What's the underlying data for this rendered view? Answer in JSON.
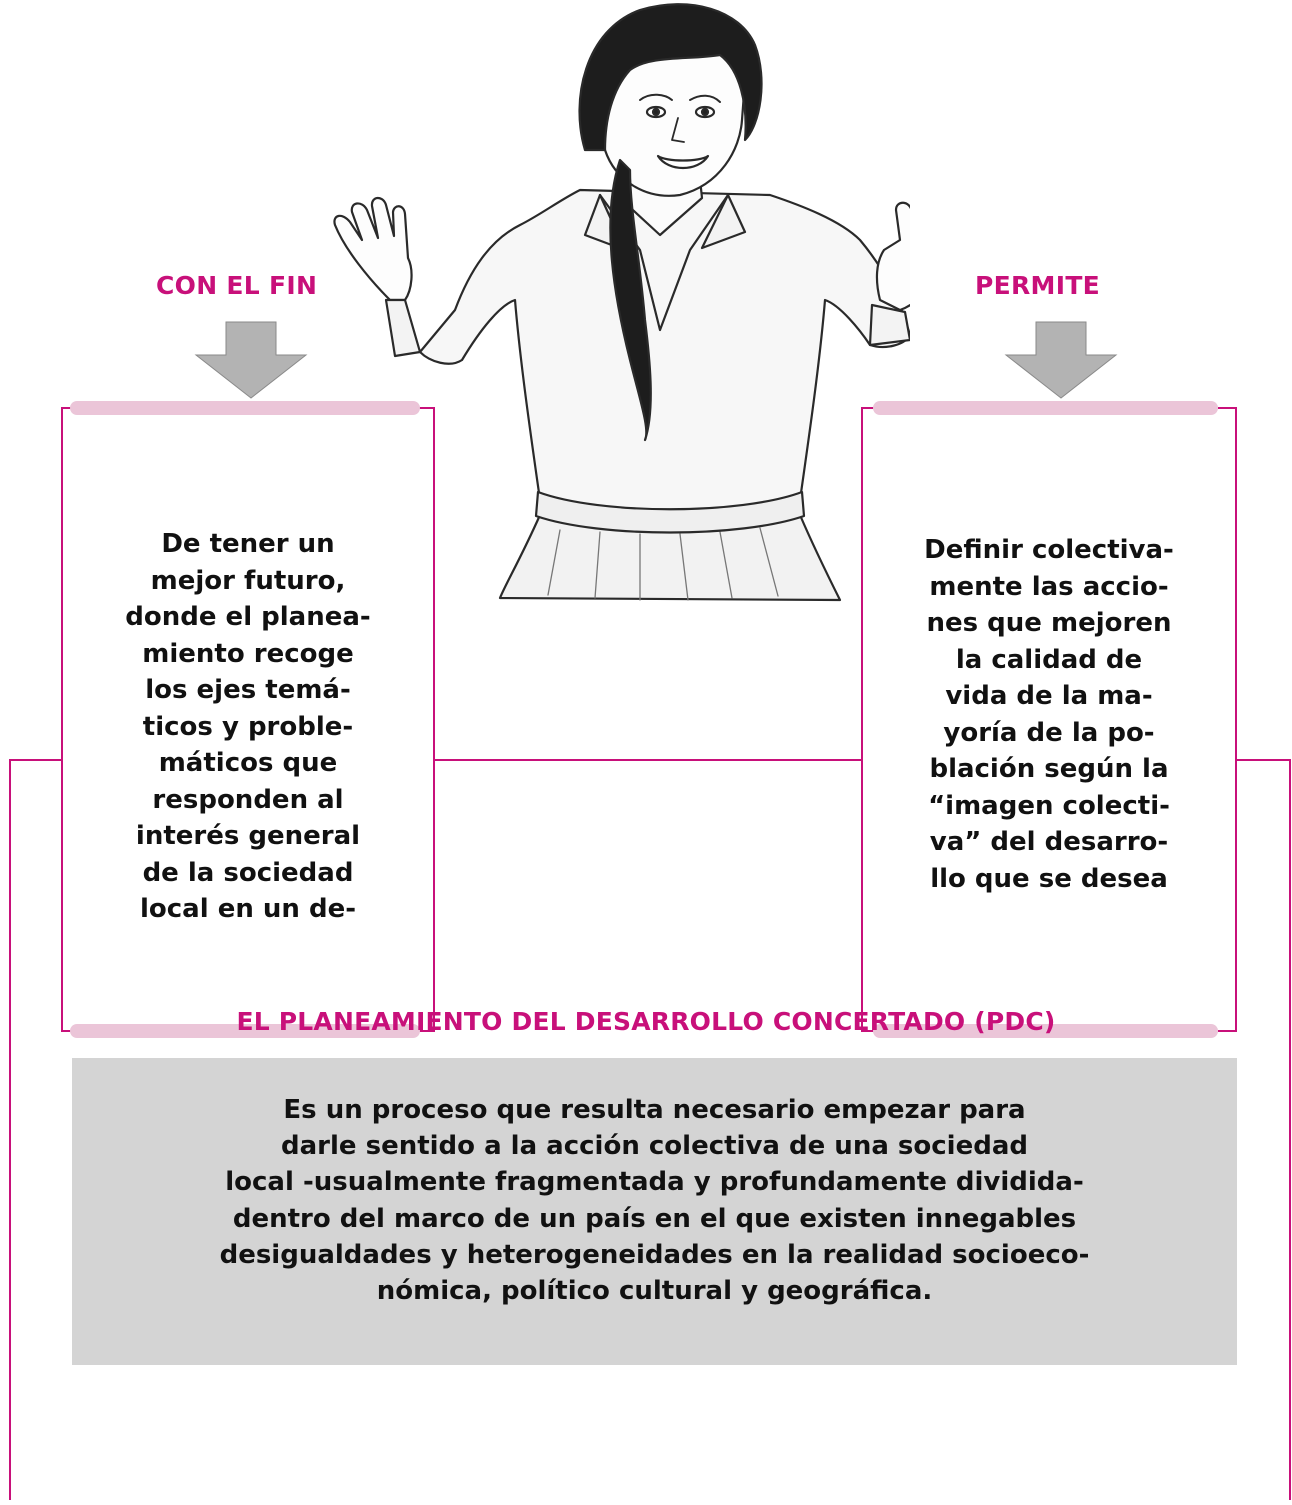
{
  "headings": {
    "left": "CON EL FIN",
    "right": "PERMITE",
    "main": "EL PLANEAMIENTO DEL DESARROLLO CONCERTADO (PDC)"
  },
  "boxes": {
    "left": [
      "De tener un",
      "mejor futuro,",
      "donde el planea-",
      "miento recoge",
      "los ejes temá-",
      "ticos y proble-",
      "máticos que",
      "responden al",
      "interés general",
      "de la sociedad",
      "local en un de-"
    ],
    "right": [
      "Definir colectiva-",
      "mente las accio-",
      "nes que mejoren",
      "la calidad de",
      "vida de la ma-",
      "yoría de la po-",
      "blación según la",
      "“imagen colecti-",
      "va” del desarro-",
      "llo que se desea"
    ]
  },
  "definition": [
    "Es un proceso que resulta necesario empezar para",
    "darle sentido a la acción colectiva de una sociedad",
    "local -usualmente fragmentada y profundamente dividida-",
    "dentro del marco de un país en el que existen innegables",
    "desigualdades y heterogeneidades en la realidad socioeco-",
    "nómica, político cultural y geográfica."
  ],
  "colors": {
    "accent": "#c8107a",
    "arrow": "#b3b3b3",
    "pink_bar": "#ebc5d8",
    "panel": "#d4d4d4"
  },
  "icons": {
    "arrows": "down-arrow-icon",
    "figure": "woman-gesturing-illustration"
  }
}
